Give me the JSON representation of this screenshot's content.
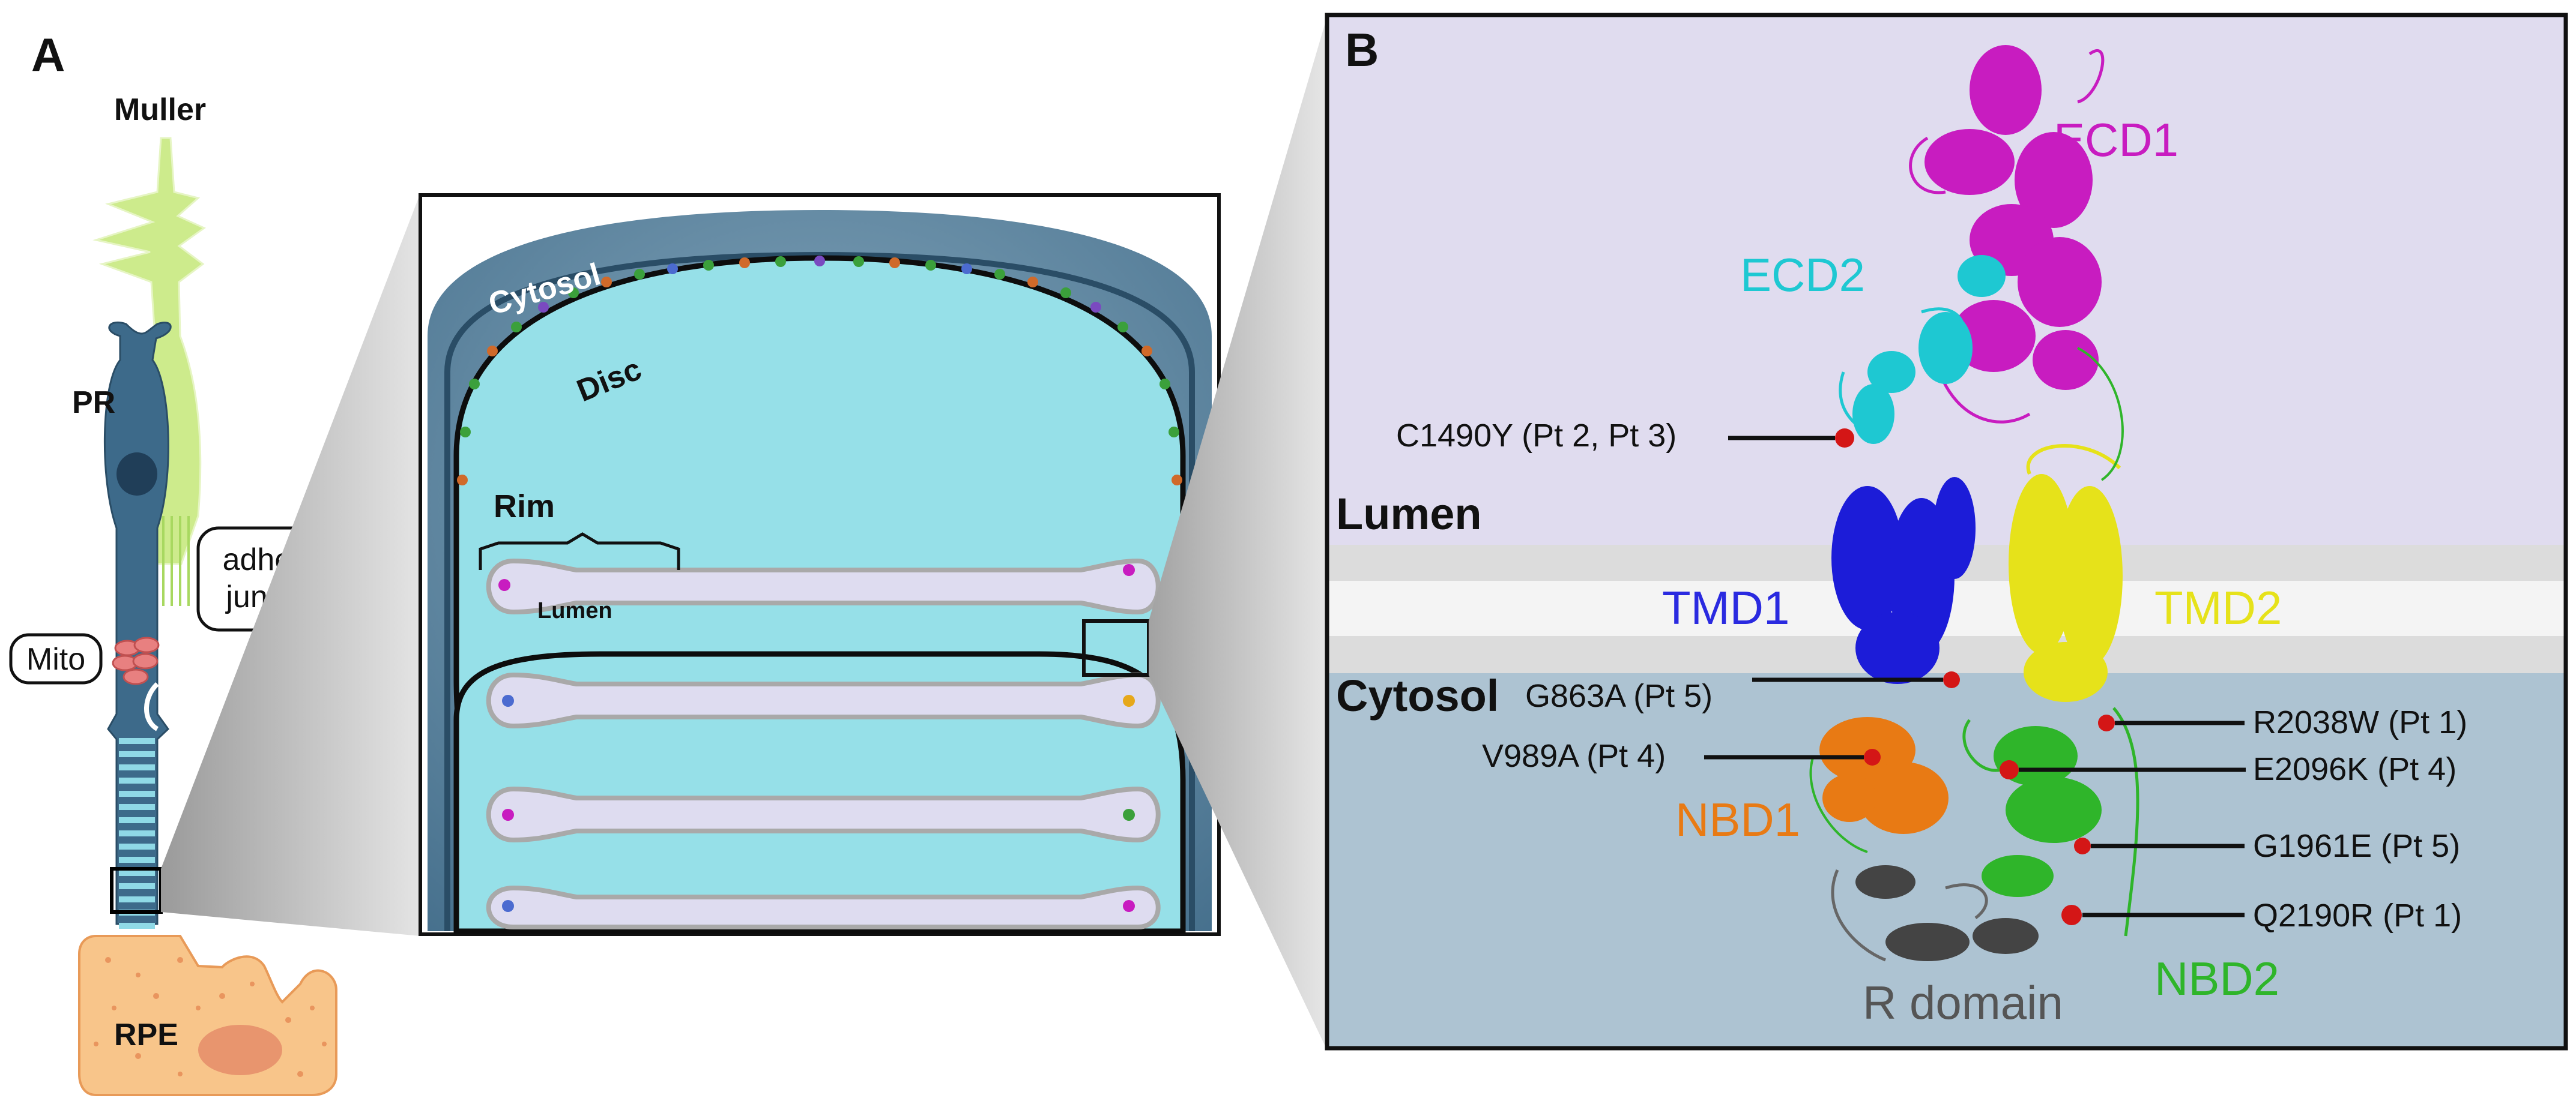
{
  "panel_a": {
    "letter": "A",
    "labels": {
      "muller": "Muller",
      "pr": "PR",
      "adherens": [
        "adherens",
        "junctions"
      ],
      "mito": "Mito",
      "rpe": "RPE"
    },
    "inset": {
      "cytosol": "Cytosol",
      "disc": "Disc",
      "rim": "Rim",
      "lumen": "Lumen"
    }
  },
  "panel_b": {
    "letter": "B",
    "regions": {
      "lumen": "Lumen",
      "cytosol": "Cytosol"
    },
    "domains": {
      "ecd1": "ECD1",
      "ecd2": "ECD2",
      "tmd1": "TMD1",
      "tmd2": "TMD2",
      "nbd1": "NBD1",
      "nbd2": "NBD2",
      "rdomain": "R domain"
    },
    "mutations": {
      "c1490y": "C1490Y (Pt 2, Pt 3)",
      "g863a": "G863A (Pt 5)",
      "v989a": "V989A (Pt 4)",
      "r2038w": "R2038W (Pt 1)",
      "e2096k": "E2096K (Pt 4)",
      "g1961e": "G1961E (Pt 5)",
      "q2190r": "Q2190R (Pt 1)"
    }
  },
  "colors": {
    "ecd1": "#c81cc0",
    "ecd2": "#1ec8d2",
    "tmd1": "#1c1cd8",
    "tmd2": "#e6e21a",
    "nbd1": "#e87a14",
    "nbd2": "#2fb52a",
    "rdomain": "#555555",
    "mutation": "#d41616",
    "lumen_bg": "#e0dcef",
    "cytosol_bg": "#adc3d2",
    "disc_fill": "#96e0e8",
    "cell_blue": "#3d6a8a",
    "muller_green": "#cdeb8c",
    "rpe_orange": "#f8c58a"
  }
}
